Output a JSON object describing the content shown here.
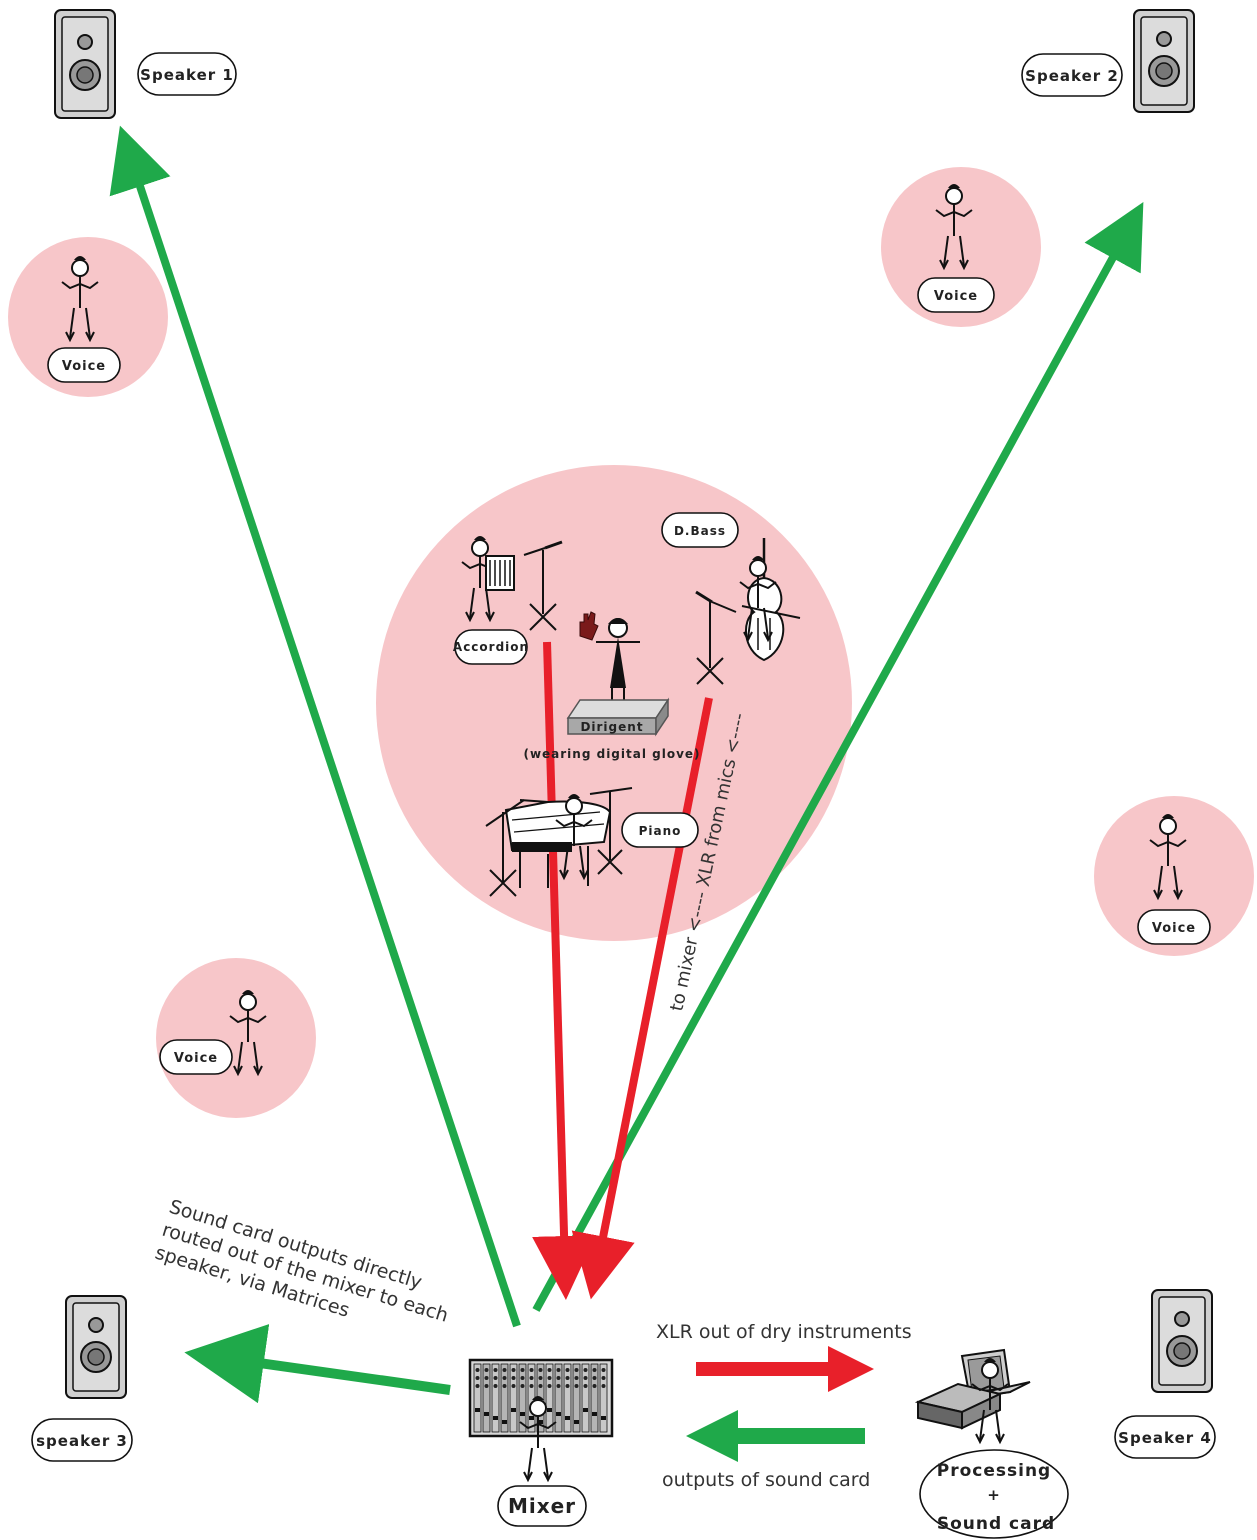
{
  "colors": {
    "zone": "#f7c6c9",
    "signal_in": "#e8202a",
    "signal_out": "#1fa94a",
    "ink": "#111111",
    "speaker_body": "#cfcfcf"
  },
  "speakers": [
    {
      "label": "Speaker 1",
      "icon": "speaker-icon"
    },
    {
      "label": "Speaker 2",
      "icon": "speaker-icon"
    },
    {
      "label": "speaker 3",
      "icon": "speaker-icon"
    },
    {
      "label": "Speaker 4",
      "icon": "speaker-icon"
    }
  ],
  "voices": [
    {
      "label": "Voice",
      "icon": "singer-icon"
    },
    {
      "label": "Voice",
      "icon": "singer-icon"
    },
    {
      "label": "Voice",
      "icon": "singer-icon"
    },
    {
      "label": "Voice",
      "icon": "singer-icon"
    }
  ],
  "ensemble": {
    "accordion": "Accordion",
    "bass": "D.Bass",
    "piano": "Piano",
    "conductor": "Dirigent",
    "conductor_note": "(wearing digital glove)",
    "mic_note": "to mixer <---- XLR from mics <----"
  },
  "mixer": {
    "label": "Mixer",
    "icon": "mixer-icon"
  },
  "processing": {
    "line1": "Processing",
    "line2": "+",
    "line3": "Sound card",
    "icon": "laptop-icon"
  },
  "notes": {
    "routing_line1": "Sound card outputs directly",
    "routing_line2": "routed out of the mixer to each",
    "routing_line3": "speaker, via Matrices",
    "dry_out": "XLR out of dry instruments",
    "card_out": "outputs of sound card"
  }
}
